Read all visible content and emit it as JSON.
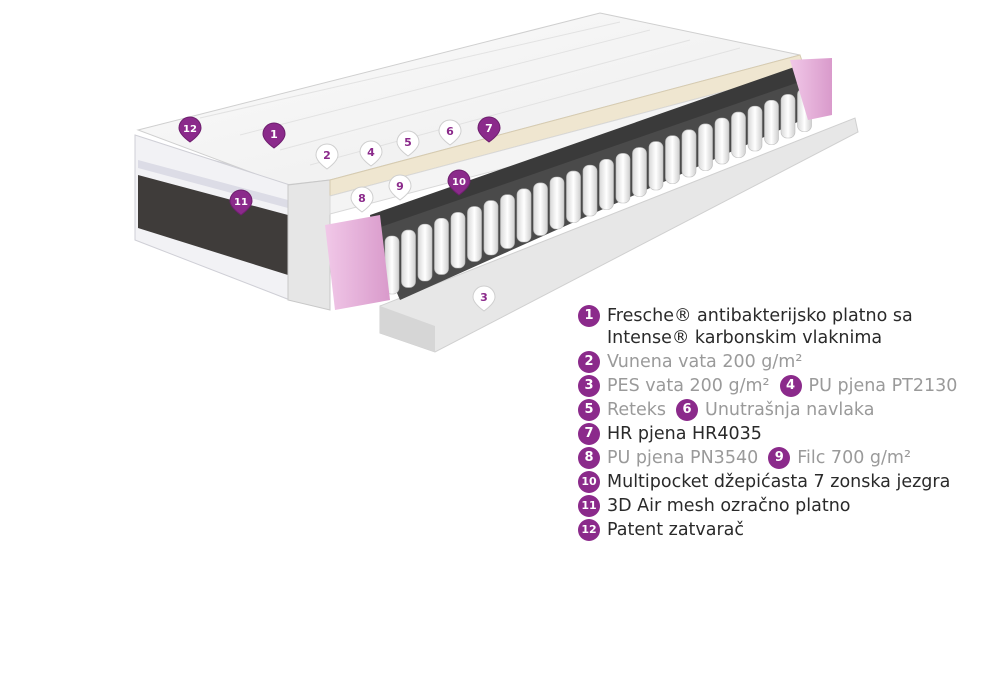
{
  "legend": [
    {
      "num": "1",
      "text": "Fresche® antibakterijsko platno sa",
      "cont": "Intense® karbonskim vlaknima"
    },
    {
      "num": "2",
      "text": "Vunena vata 200 g/m²"
    },
    {
      "num": "3",
      "text": "PES vata 200 g/m²",
      "num2": "4",
      "text2": "PU pjena PT2130"
    },
    {
      "num": "5",
      "text": "Reteks",
      "num2": "6",
      "text2": "Unutrašnja navlaka"
    },
    {
      "num": "7",
      "text": "HR pjena HR4035"
    },
    {
      "num": "8",
      "text": "PU pjena PN3540",
      "num2": "9",
      "text2": "Filc 700 g/m²"
    },
    {
      "num": "10",
      "text": "Multipocket džepićasta 7 zonska jezgra"
    },
    {
      "num": "11",
      "text": "3D Air mesh ozračno platno"
    },
    {
      "num": "12",
      "text": "Patent zatvarač"
    }
  ],
  "callouts": {
    "c1": "1",
    "c2": "2",
    "c3": "3",
    "c4": "4",
    "c5": "5",
    "c6": "6",
    "c7": "7",
    "c8": "8",
    "c9": "9",
    "c10": "10",
    "c11": "11",
    "c12": "12"
  },
  "colors": {
    "accent": "#8b2a8b",
    "foam_pink": "#e9b6de",
    "text_dark": "#2a2a2a",
    "text_light": "#9a9a9a"
  }
}
